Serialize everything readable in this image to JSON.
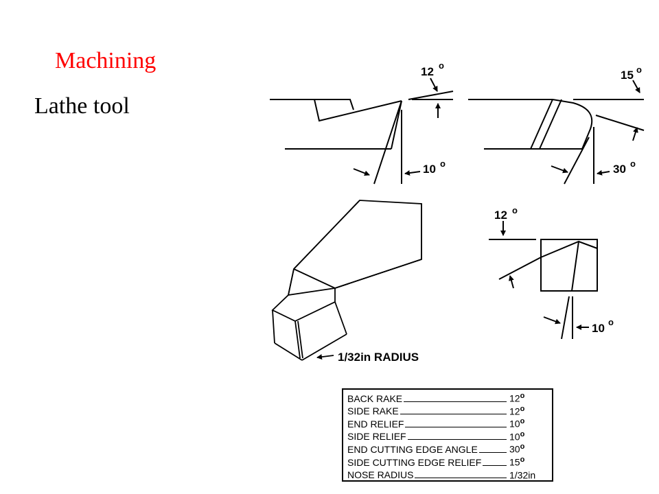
{
  "slide": {
    "title": "Machining",
    "subtitle": "Lathe tool"
  },
  "diagram": {
    "side_view_labels": {
      "top_angle": "12",
      "bottom_angle": "10"
    },
    "top_view_labels": {
      "top_angle": "15",
      "bottom_angle": "30"
    },
    "end_view_labels": {
      "top_angle": "12",
      "bottom_angle": "10"
    },
    "isometric_label": "1/32in RADIUS",
    "degree_symbol": "o"
  },
  "specifications": [
    {
      "name": "BACK RAKE",
      "value": "12",
      "unit": "o"
    },
    {
      "name": "SIDE RAKE",
      "value": "12",
      "unit": "o"
    },
    {
      "name": "END RELIEF",
      "value": "10",
      "unit": "o"
    },
    {
      "name": "SIDE RELIEF",
      "value": "10",
      "unit": "o"
    },
    {
      "name": "END CUTTING EDGE ANGLE",
      "value": "30",
      "unit": "o"
    },
    {
      "name": "SIDE CUTTING EDGE RELIEF",
      "value": "15",
      "unit": "o"
    },
    {
      "name": "NOSE RADIUS",
      "value": "1/32in",
      "unit": ""
    }
  ]
}
